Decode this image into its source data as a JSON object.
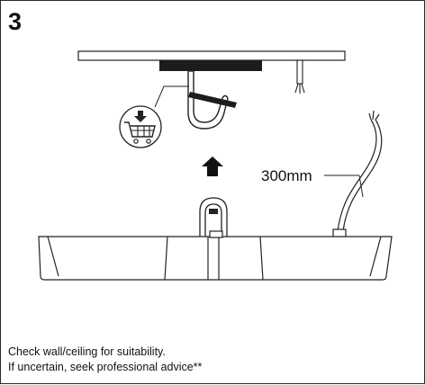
{
  "step": {
    "number": "3"
  },
  "measurement": {
    "cable_length": "300mm"
  },
  "caption": {
    "line1": "Check wall/ceiling for suitability.",
    "line2": "If uncertain, seek professional advice**"
  },
  "icons": {
    "shopping_cart": "shopping-cart-download-icon",
    "arrow": "arrow-up-icon"
  }
}
